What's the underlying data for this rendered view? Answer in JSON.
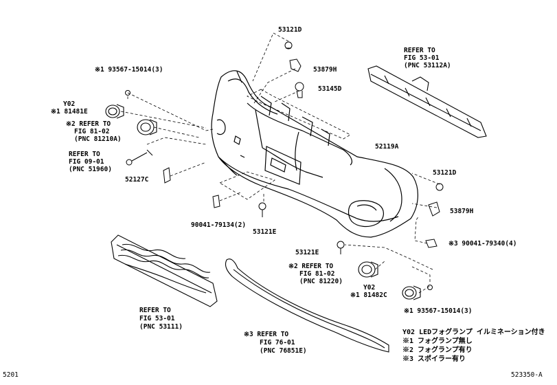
{
  "labels": {
    "p53121D_top": "53121D",
    "p53879H_top": "53879H",
    "p53145D": "53145D",
    "p93567_top": "※1 93567-15014(3)",
    "y02_left": "Y02",
    "p81481E": "※1 81481E",
    "ref81_02_left_1": "※2 REFER TO",
    "ref81_02_left_2": "FIG 81-02",
    "ref81_02_left_3": "(PNC 81210A)",
    "ref09_01_1": "REFER TO",
    "ref09_01_2": "FIG 09-01",
    "ref09_01_3": "(PNC 51960)",
    "p52127C": "52127C",
    "p90041_79134": "90041-79134(2)",
    "p53121E_a": "53121E",
    "ref53_01_top_1": "REFER TO",
    "ref53_01_top_2": "FIG 53-01",
    "ref53_01_top_3": "(PNC 53112A)",
    "p52119A": "52119A",
    "p53121D_right": "53121D",
    "p53879H_right": "53879H",
    "p90041_79340": "※3 90041-79340(4)",
    "p53121E_b": "53121E",
    "ref81_02_right_1": "※2 REFER TO",
    "ref81_02_right_2": "FIG 81-02",
    "ref81_02_right_3": "(PNC 81220)",
    "y02_right": "Y02",
    "p81482C": "※1 81482C",
    "p93567_bottom": "※1 93567-15014(3)",
    "ref53_01_bottom_1": "REFER TO",
    "ref53_01_bottom_2": "FIG 53-01",
    "ref53_01_bottom_3": "(PNC 53111)",
    "ref76_01_1": "※3 REFER TO",
    "ref76_01_2": "FIG 76-01",
    "ref76_01_3": "(PNC 76851E)",
    "page_left": "5201",
    "page_right": "523350-A"
  },
  "legend": {
    "line1": "Y02 LEDフォグランプ イルミネーション付き",
    "line2": "※1 フォグランプ無し",
    "line3": "※2 フォグランプ有り",
    "line4": "※3 スポイラー有り"
  }
}
